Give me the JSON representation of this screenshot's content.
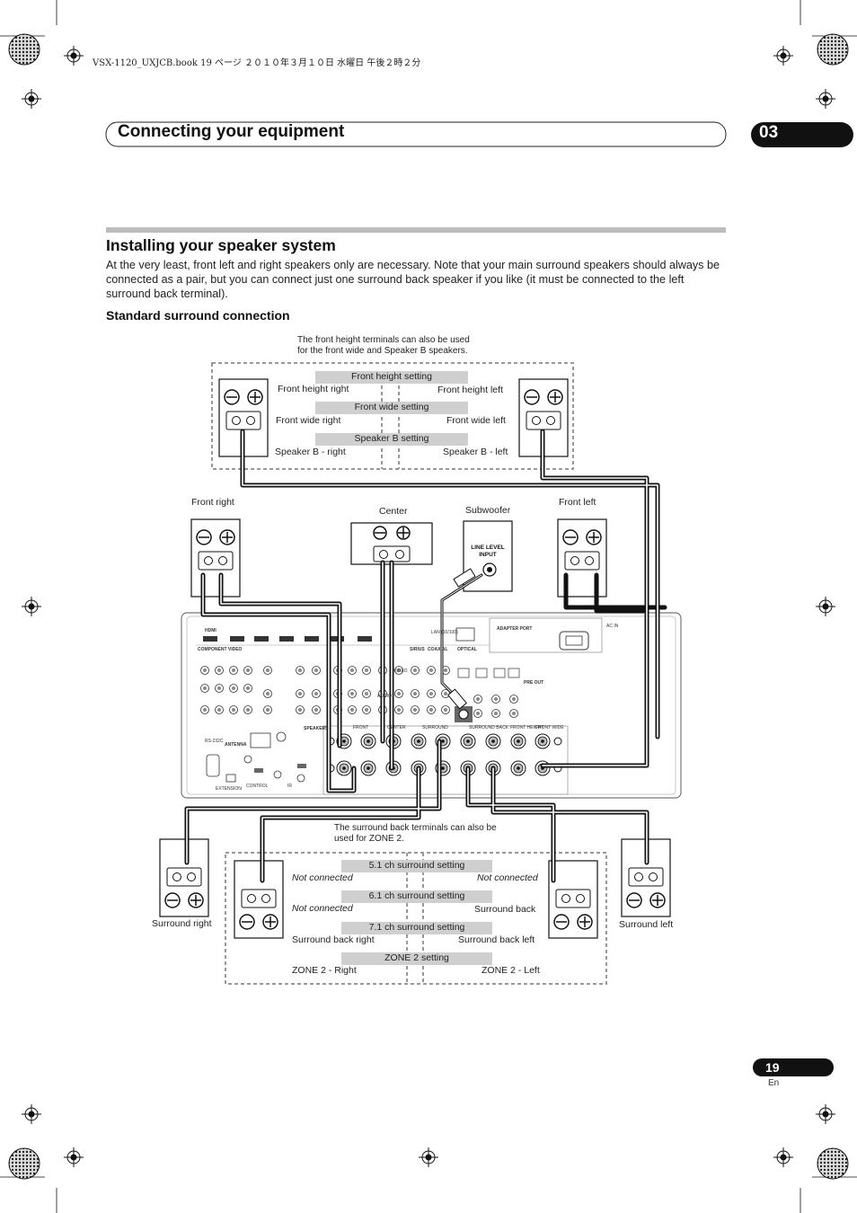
{
  "crop_header": "VSX-1120_UXJCB.book  19 ページ  ２０１０年３月１０日  水曜日  午後２時２分",
  "header": {
    "title": "Connecting your equipment",
    "chapter": "03"
  },
  "section": {
    "heading": "Installing your speaker system",
    "intro": "At the very least, front left and right speakers only are necessary. Note that your main surround speakers should always be connected as a pair, but you can connect just one surround back speaker if you like (it must be connected to the left surround back terminal).",
    "subheading": "Standard surround connection"
  },
  "figure": {
    "top_note": "The front height terminals can also be used\nfor the front wide and Speaker B speakers.",
    "top_settings": [
      "Front height setting",
      "Front wide setting",
      "Speaker B setting"
    ],
    "top_left_labels": [
      "Front height right",
      "Front wide right",
      "Speaker B - right"
    ],
    "top_right_labels": [
      "Front height left",
      "Front wide left",
      "Speaker B - left"
    ],
    "speakers": {
      "front_right": "Front right",
      "center": "Center",
      "subwoofer": "Subwoofer",
      "front_left": "Front left",
      "surround_right": "Surround right",
      "surround_left": "Surround left"
    },
    "subwoofer_input": "LINE LEVEL\nINPUT",
    "bottom_note": "The surround back terminals can also be\nused for ZONE 2.",
    "bottom_settings": [
      "5.1 ch surround setting",
      "6.1 ch surround setting",
      "7.1 ch surround setting",
      "ZONE 2 setting"
    ],
    "bottom_left_labels": [
      "Not connected",
      "Not connected",
      "Surround back right",
      "ZONE 2 - Right"
    ],
    "bottom_right_labels": [
      "Not connected",
      "Surround back",
      "Surround back left",
      "ZONE 2 - Left"
    ],
    "receiver_labels": {
      "hdmi": "HDMI",
      "component": "COMPONENT VIDEO",
      "rs232c": "RS-232C",
      "antenna": "ANTENNA",
      "extension": "EXTENSION",
      "control": "CONTROL",
      "ir": "IR",
      "speakers": "SPEAKERS",
      "lan": "LAN (10/100)",
      "adapter": "ADAPTER PORT",
      "acin": "AC IN",
      "sirius": "SIRIUS",
      "coaxial": "COAXIAL",
      "optical": "OPTICAL",
      "preout": "PRE OUT",
      "audio": "AUDIO",
      "video": "VIDEO",
      "front": "FRONT",
      "center": "CENTER",
      "surround": "SURROUND",
      "surround_back": "SURROUND BACK",
      "front_height": "FRONT HEIGHT",
      "front_wide": "FRONT WIDE"
    }
  },
  "page": {
    "number": "19",
    "lang": "En"
  }
}
